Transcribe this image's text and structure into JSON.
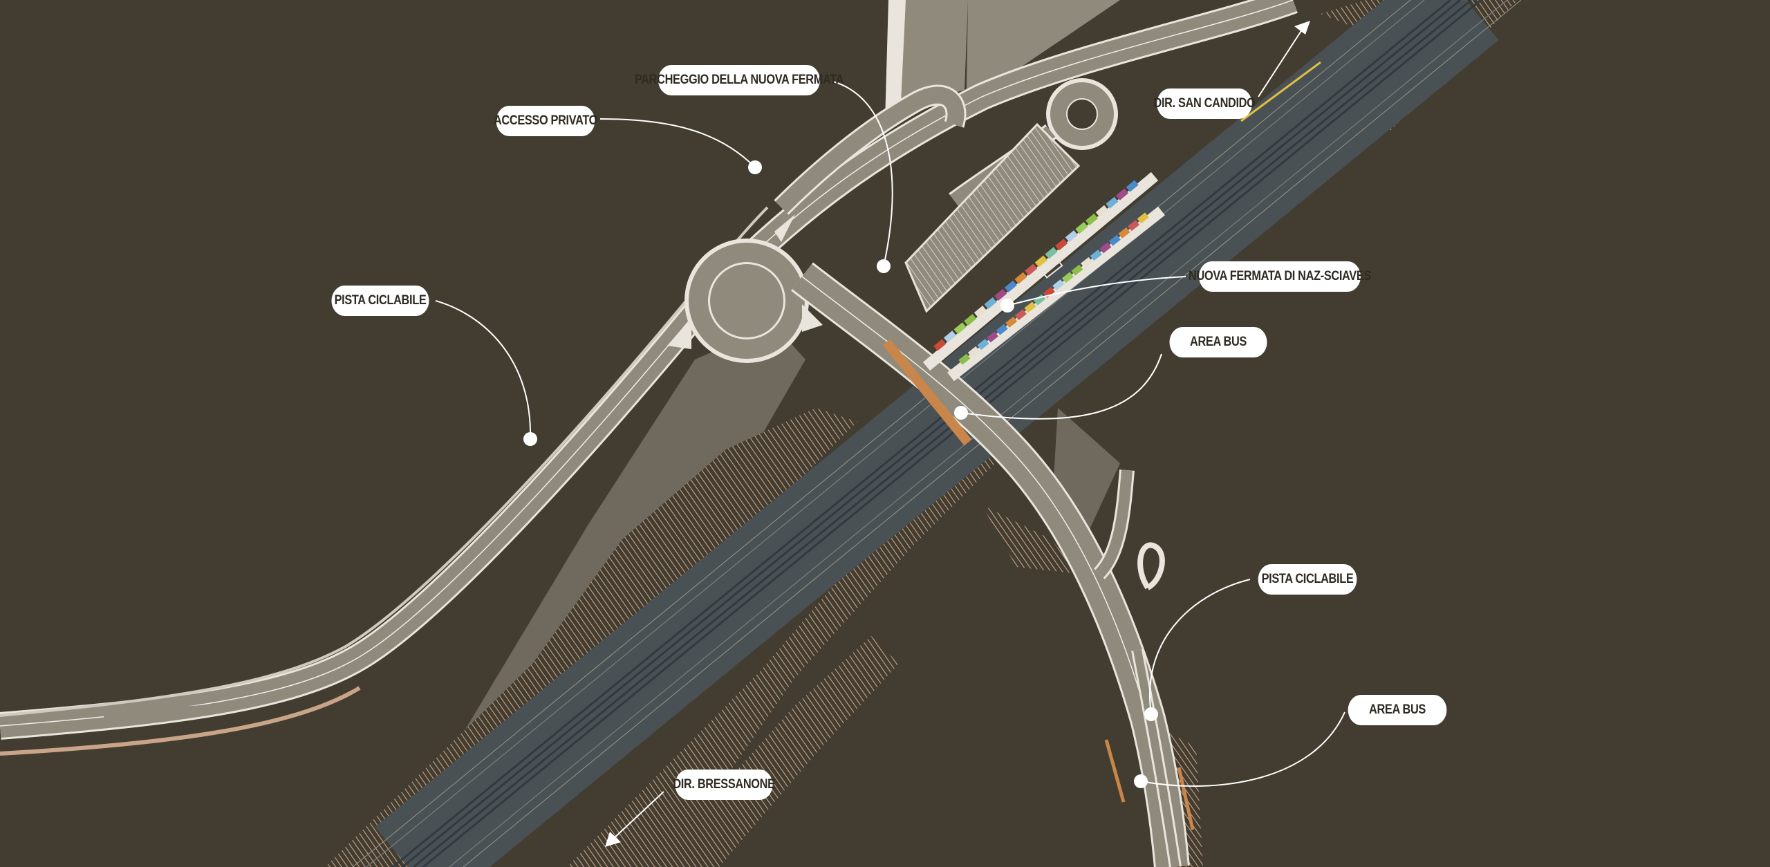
{
  "map": {
    "colors": {
      "background": "#423d30",
      "road": "#8f8a7c",
      "road_edge": "#e9e5dc",
      "embankment": "#c9a488",
      "rail_bed": "#4a5154",
      "parking": "#d8d4ca",
      "bridge_deck": "#c8864a",
      "bus_area_marking": "#c8864a",
      "label_bg": "#ffffff",
      "label_text": "#2f2a22"
    },
    "labels": {
      "accesso_privato": "ACCESSO PRIVATO",
      "parcheggio": "PARCHEGGIO DELLA NUOVA FERMATA",
      "dir_san_candido": "DIR. SAN CANDIDO",
      "pista_ciclabile_nw": "PISTA CICLABILE",
      "nuova_fermata": "NUOVA FERMATA DI NAZ-SCIAVES",
      "area_bus_center": "AREA BUS",
      "pista_ciclabile_se": "PISTA CICLABILE",
      "area_bus_south": "AREA BUS",
      "dir_bressanone": "DIR. BRESSANONE"
    },
    "train_car_colors": [
      "#c94a3a",
      "#6fb0d8",
      "#e0c040",
      "#8cbf4a",
      "#d88a3a",
      "#b0cfe8",
      "#a04a8a",
      "#7ac0a0",
      "#e8e0d0",
      "#c85a5a",
      "#9acb5a",
      "#4a8ac8"
    ]
  }
}
